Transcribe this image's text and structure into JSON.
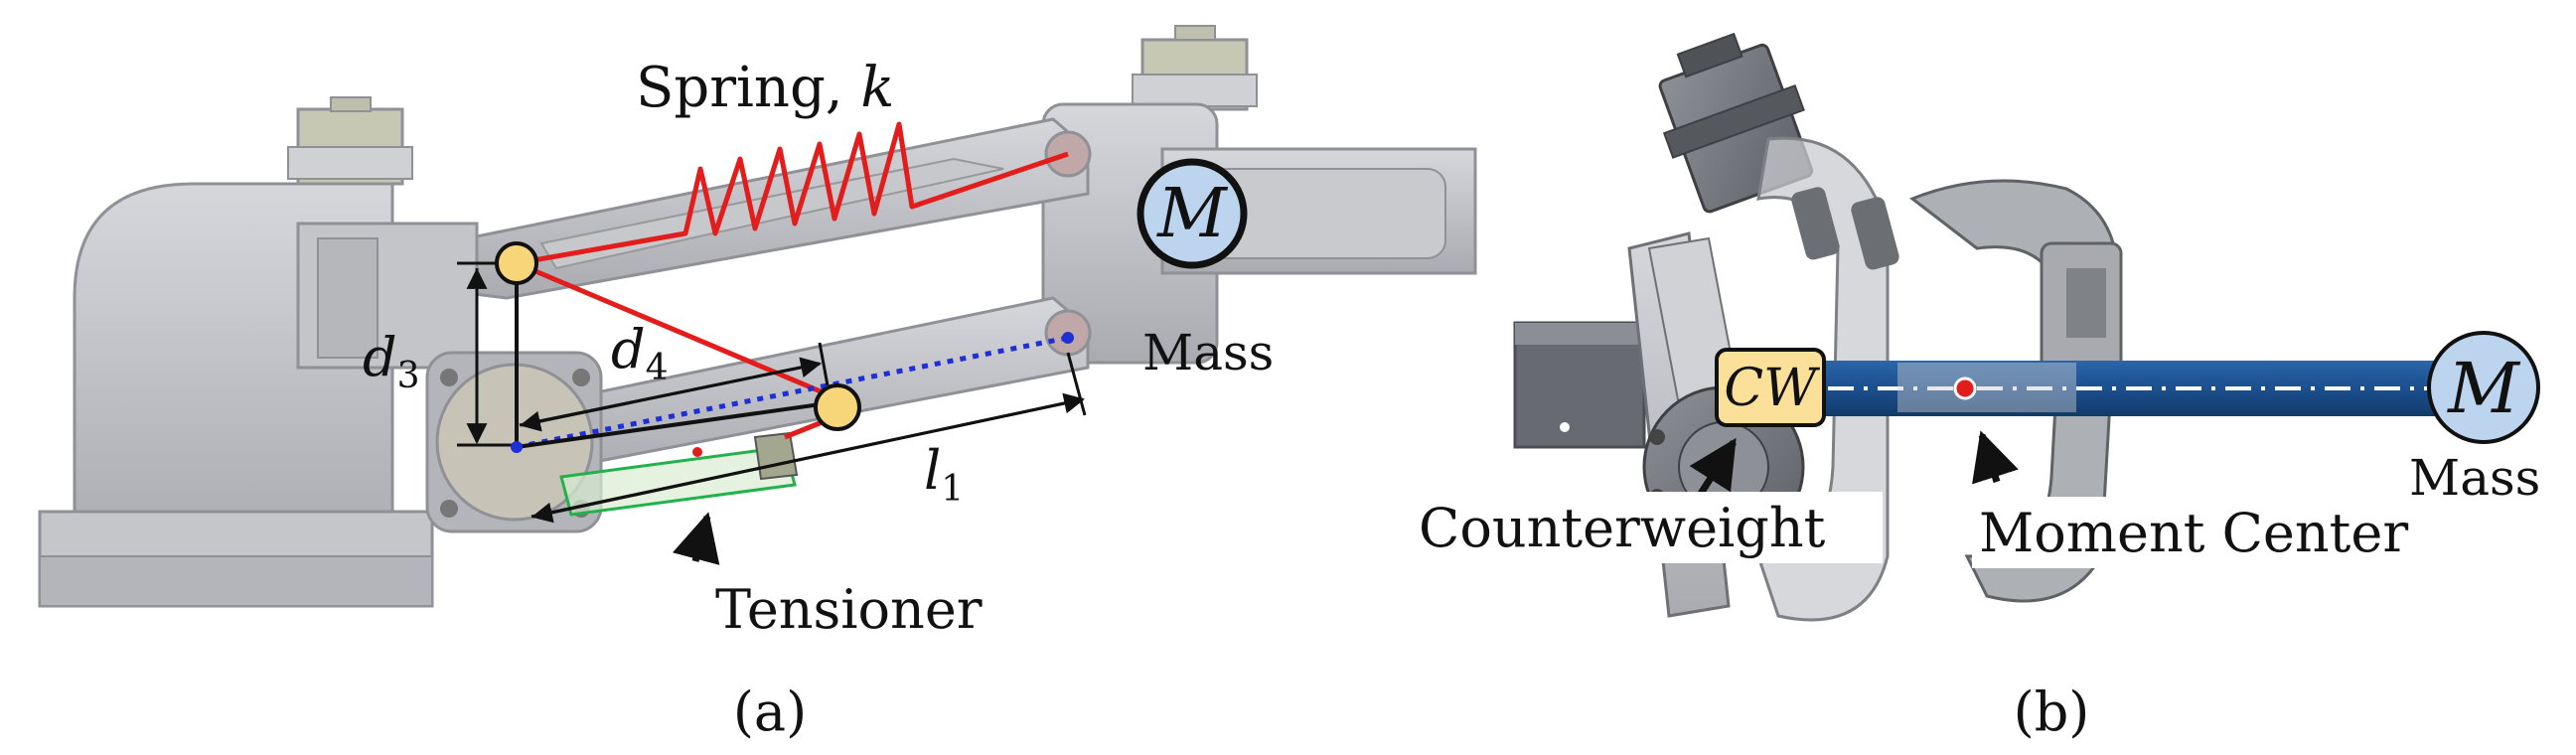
{
  "panel_a": {
    "spring_label": "Spring, ",
    "spring_var": "k",
    "mass_symbol": "M",
    "mass_label": "Mass",
    "d3_var": "d",
    "d3_sub": "3",
    "d4_var": "d",
    "d4_sub": "4",
    "l1_var": "l",
    "l1_sub": "1",
    "tensioner_label": "Tensioner",
    "caption": "(a)"
  },
  "panel_b": {
    "cw_label": "CW",
    "mass_symbol": "M",
    "mass_label": "Mass",
    "counterweight_label": "Counterweight",
    "moment_center_label": "Moment Center",
    "caption": "(b)"
  },
  "colors": {
    "spring": "#e31c1c",
    "blue_line": "#1f2fd6",
    "pivot": "#f7d67a",
    "mass_fill": "#bcd4ee",
    "tensioner": "#22b24c",
    "bar_b": "#1b4f8e",
    "cw_fill": "#fbe09a",
    "metal": "#b9bbc0"
  }
}
